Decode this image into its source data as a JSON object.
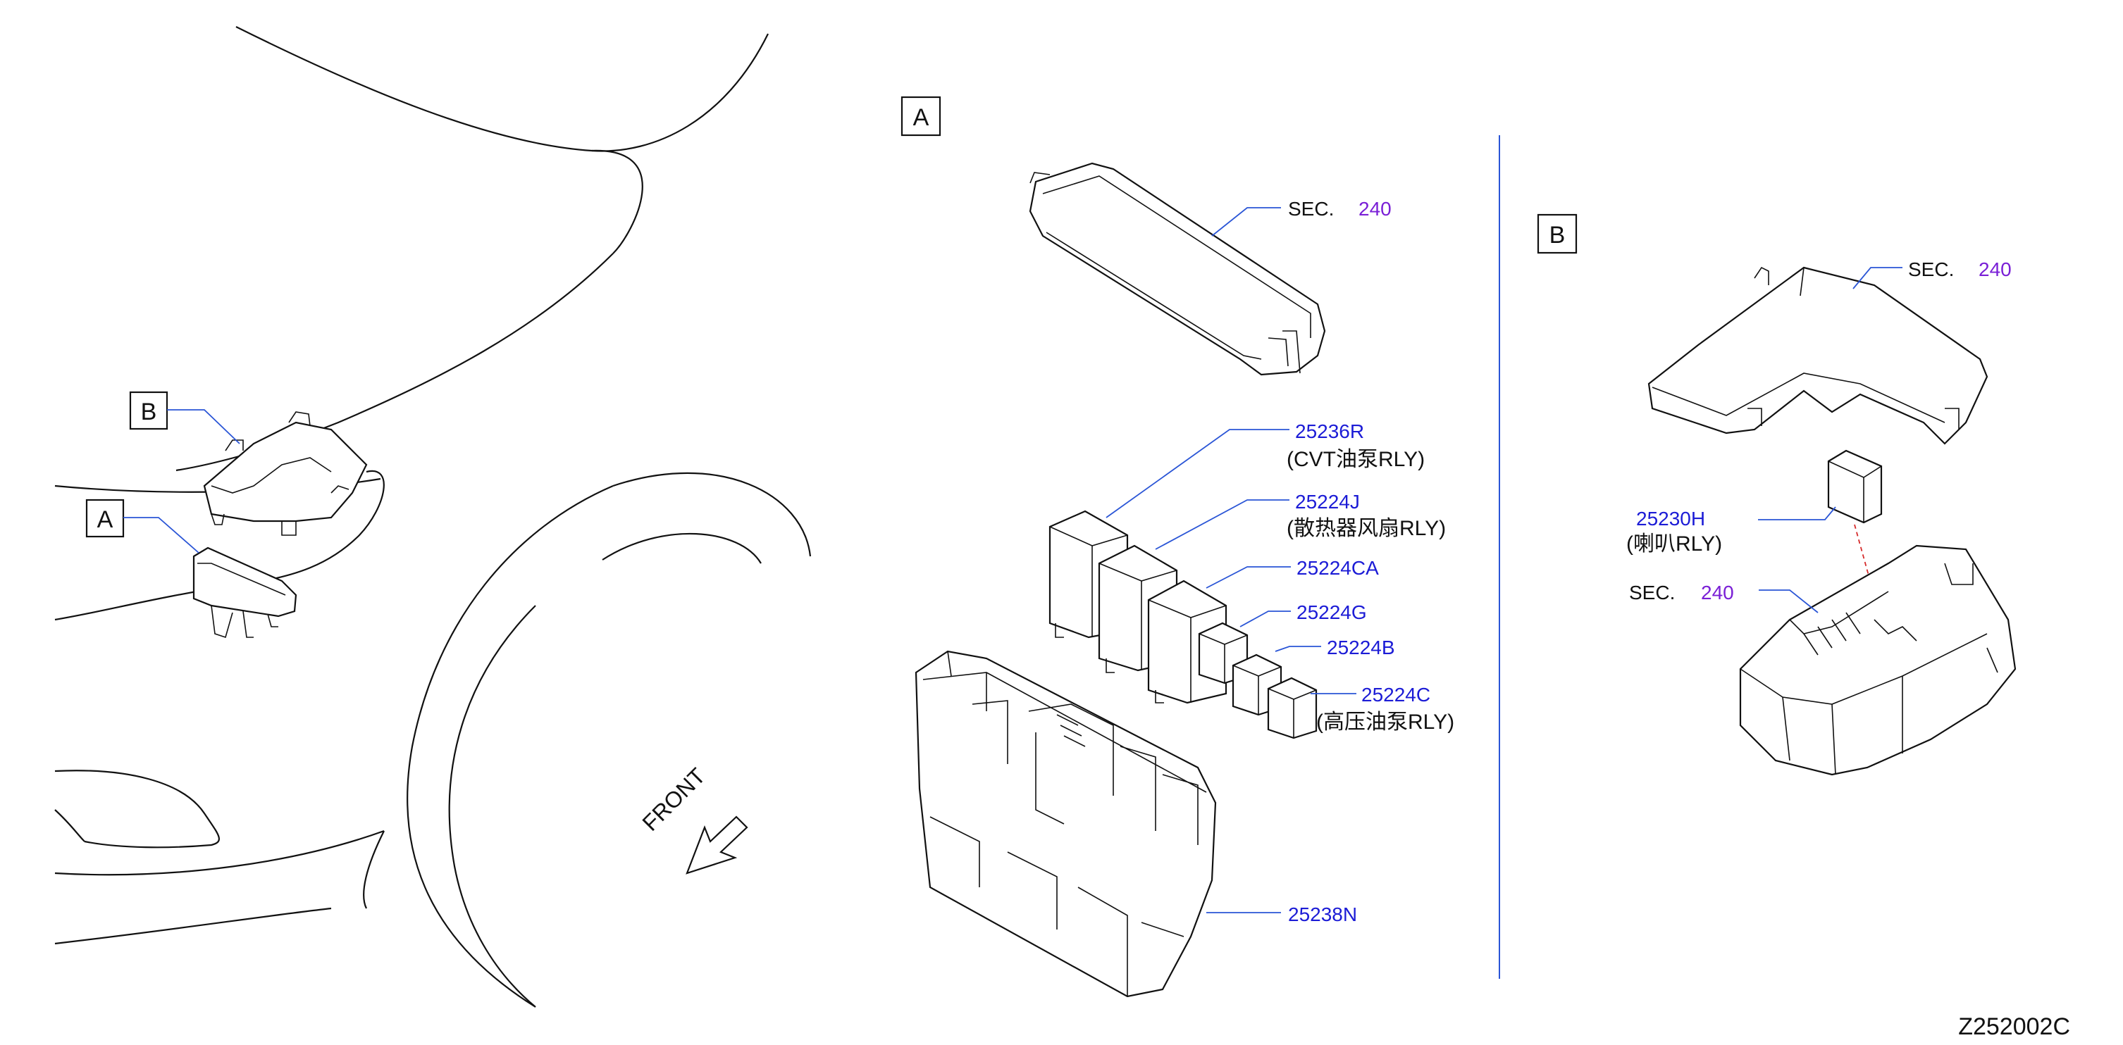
{
  "view_labels": {
    "a": "A",
    "b": "B"
  },
  "front_label": "FRONT",
  "section_a": {
    "cover_sec_prefix": "SEC.",
    "cover_sec_number": "240",
    "parts": [
      {
        "number": "25236R",
        "note": "(CVT油泵RLY)"
      },
      {
        "number": "25224J",
        "note": "(散热器风扇RLY)"
      },
      {
        "number": "25224CA",
        "note": ""
      },
      {
        "number": "25224G",
        "note": ""
      },
      {
        "number": "25224B",
        "note": ""
      },
      {
        "number": "25224C",
        "note": "(高压油泵RLY)"
      },
      {
        "number": "25238N",
        "note": ""
      }
    ]
  },
  "section_b": {
    "cover_sec_prefix": "SEC.",
    "cover_sec_number": "240",
    "relay_number": "25230H",
    "relay_note": "(喇叭RLY)",
    "box_sec_prefix": "SEC.",
    "box_sec_number": "240"
  },
  "diagram_id": "Z252002C",
  "colors": {
    "part_number": "#1c1cd6",
    "sec_number": "#7a1fd6",
    "leader": "#2a55d6",
    "divider": "#2a55d6",
    "relay_dash": "#d62a2a"
  }
}
